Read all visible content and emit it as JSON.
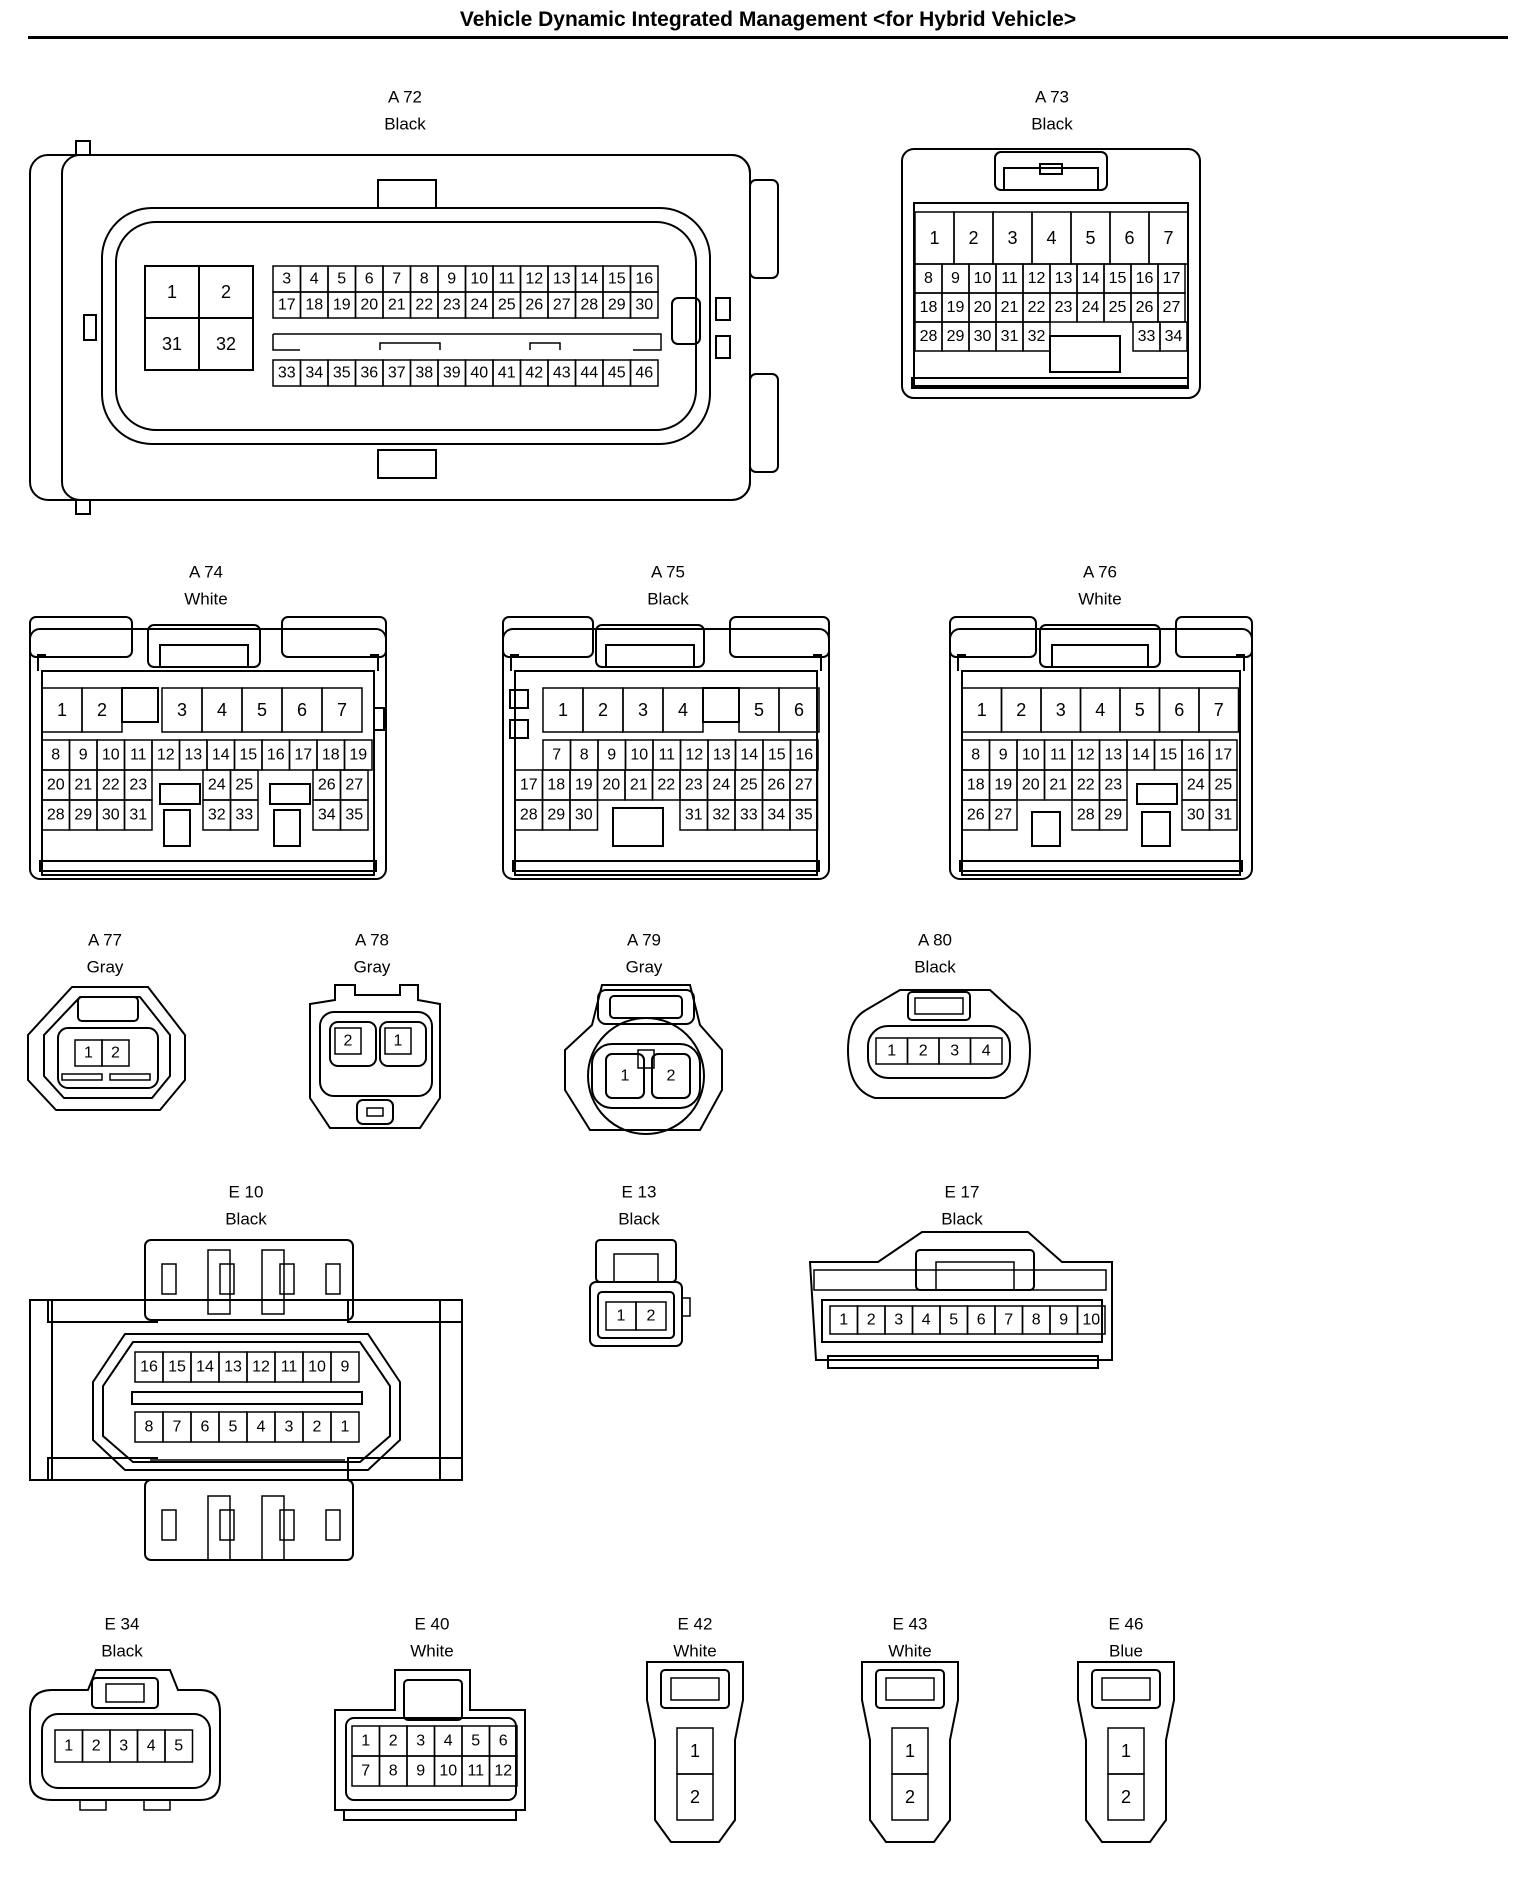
{
  "page": {
    "title": "Vehicle Dynamic Integrated Management <for Hybrid Vehicle>"
  },
  "connectors": {
    "A72": {
      "code": "A 72",
      "color": "Black",
      "block_a": [
        "1",
        "2",
        "31",
        "32"
      ],
      "row1": [
        "3",
        "4",
        "5",
        "6",
        "7",
        "8",
        "9",
        "10",
        "11",
        "12",
        "13",
        "14",
        "15",
        "16"
      ],
      "row2": [
        "17",
        "18",
        "19",
        "20",
        "21",
        "22",
        "23",
        "24",
        "25",
        "26",
        "27",
        "28",
        "29",
        "30"
      ],
      "row3": [
        "33",
        "34",
        "35",
        "36",
        "37",
        "38",
        "39",
        "40",
        "41",
        "42",
        "43",
        "44",
        "45",
        "46"
      ]
    },
    "A73": {
      "code": "A 73",
      "color": "Black",
      "row1": [
        "1",
        "2",
        "3",
        "4",
        "5",
        "6",
        "7"
      ],
      "row2": [
        "8",
        "9",
        "10",
        "11",
        "12",
        "13",
        "14",
        "15",
        "16",
        "17"
      ],
      "row3": [
        "18",
        "19",
        "20",
        "21",
        "22",
        "23",
        "24",
        "25",
        "26",
        "27"
      ],
      "row4a": [
        "28",
        "29",
        "30",
        "31",
        "32"
      ],
      "row4b": [
        "33",
        "34"
      ]
    },
    "A74": {
      "code": "A 74",
      "color": "White",
      "row1a": [
        "1",
        "2"
      ],
      "row1b": [
        "3",
        "4",
        "5",
        "6",
        "7"
      ],
      "row2": [
        "8",
        "9",
        "10",
        "11",
        "12",
        "13",
        "14",
        "15",
        "16",
        "17",
        "18",
        "19"
      ],
      "row3a": [
        "20",
        "21",
        "22",
        "23"
      ],
      "row3b": [
        "24",
        "25"
      ],
      "row3c": [
        "26",
        "27"
      ],
      "row4a": [
        "28",
        "29",
        "30",
        "31"
      ],
      "row4b": [
        "32",
        "33"
      ],
      "row4c": [
        "34",
        "35"
      ]
    },
    "A75": {
      "code": "A 75",
      "color": "Black",
      "row1a": [
        "1",
        "2",
        "3",
        "4"
      ],
      "row1b": [
        "5",
        "6"
      ],
      "row2": [
        "7",
        "8",
        "9",
        "10",
        "11",
        "12",
        "13",
        "14",
        "15",
        "16"
      ],
      "row3": [
        "17",
        "18",
        "19",
        "20",
        "21",
        "22",
        "23",
        "24",
        "25",
        "26",
        "27"
      ],
      "row4a": [
        "28",
        "29",
        "30"
      ],
      "row4b": [
        "31",
        "32",
        "33",
        "34",
        "35"
      ]
    },
    "A76": {
      "code": "A 76",
      "color": "White",
      "row1": [
        "1",
        "2",
        "3",
        "4",
        "5",
        "6",
        "7"
      ],
      "row2": [
        "8",
        "9",
        "10",
        "11",
        "12",
        "13",
        "14",
        "15",
        "16",
        "17"
      ],
      "row3a": [
        "18",
        "19",
        "20",
        "21",
        "22",
        "23"
      ],
      "row3b": [
        "24",
        "25"
      ],
      "row4a": [
        "26",
        "27"
      ],
      "row4b": [
        "28",
        "29"
      ],
      "row4c": [
        "30",
        "31"
      ]
    },
    "A77": {
      "code": "A 77",
      "color": "Gray",
      "pins": [
        "1",
        "2"
      ]
    },
    "A78": {
      "code": "A 78",
      "color": "Gray",
      "pins": [
        "2",
        "1"
      ]
    },
    "A79": {
      "code": "A 79",
      "color": "Gray",
      "pins": [
        "1",
        "2"
      ]
    },
    "A80": {
      "code": "A 80",
      "color": "Black",
      "pins": [
        "1",
        "2",
        "3",
        "4"
      ]
    },
    "E10": {
      "code": "E 10",
      "color": "Black",
      "row1": [
        "16",
        "15",
        "14",
        "13",
        "12",
        "11",
        "10",
        "9"
      ],
      "row2": [
        "8",
        "7",
        "6",
        "5",
        "4",
        "3",
        "2",
        "1"
      ]
    },
    "E13": {
      "code": "E 13",
      "color": "Black",
      "pins": [
        "1",
        "2"
      ]
    },
    "E17": {
      "code": "E 17",
      "color": "Black",
      "pins": [
        "1",
        "2",
        "3",
        "4",
        "5",
        "6",
        "7",
        "8",
        "9",
        "10"
      ]
    },
    "E34": {
      "code": "E 34",
      "color": "Black",
      "pins": [
        "1",
        "2",
        "3",
        "4",
        "5"
      ]
    },
    "E40": {
      "code": "E 40",
      "color": "White",
      "row1": [
        "1",
        "2",
        "3",
        "4",
        "5",
        "6"
      ],
      "row2": [
        "7",
        "8",
        "9",
        "10",
        "11",
        "12"
      ]
    },
    "E42": {
      "code": "E 42",
      "color": "White",
      "pins": [
        "1",
        "2"
      ]
    },
    "E43": {
      "code": "E 43",
      "color": "White",
      "pins": [
        "1",
        "2"
      ]
    },
    "E46": {
      "code": "E 46",
      "color": "Blue",
      "pins": [
        "1",
        "2"
      ]
    }
  },
  "colors": {
    "line": "#000000",
    "background": "#ffffff"
  }
}
